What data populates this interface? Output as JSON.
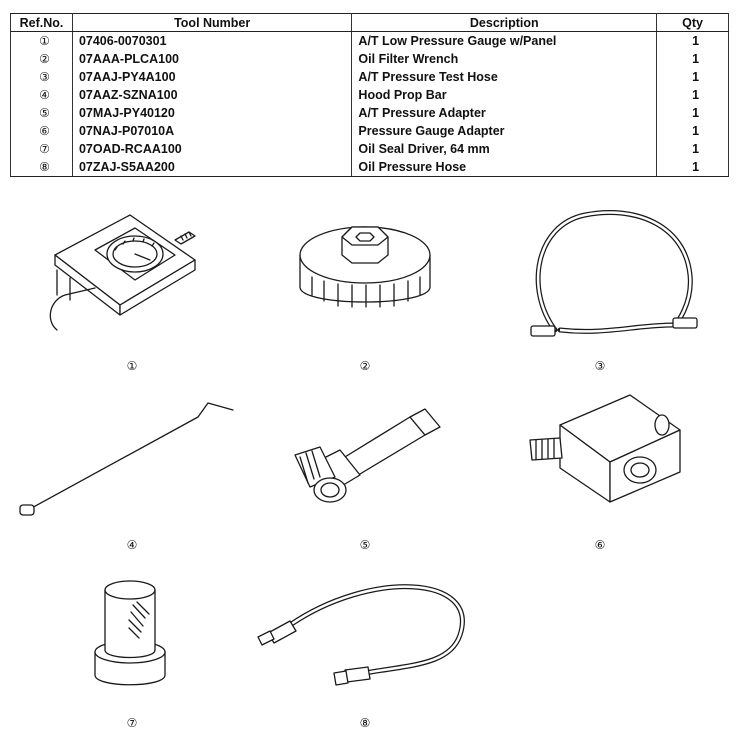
{
  "table": {
    "headers": {
      "ref": "Ref.No.",
      "tool": "Tool Number",
      "desc": "Description",
      "qty": "Qty"
    },
    "rows": [
      {
        "ref": "①",
        "tool": "07406-0070301",
        "desc": "A/T Low Pressure Gauge w/Panel",
        "qty": "1"
      },
      {
        "ref": "②",
        "tool": "07AAA-PLCA100",
        "desc": "Oil Filter Wrench",
        "qty": "1"
      },
      {
        "ref": "③",
        "tool": "07AAJ-PY4A100",
        "desc": "A/T Pressure Test Hose",
        "qty": "1"
      },
      {
        "ref": "④",
        "tool": "07AAZ-SZNA100",
        "desc": "Hood Prop Bar",
        "qty": "1"
      },
      {
        "ref": "⑤",
        "tool": "07MAJ-PY40120",
        "desc": "A/T Pressure Adapter",
        "qty": "1"
      },
      {
        "ref": "⑥",
        "tool": "07NAJ-P07010A",
        "desc": "Pressure Gauge Adapter",
        "qty": "1"
      },
      {
        "ref": "⑦",
        "tool": "07OAD-RCAA100",
        "desc": "Oil Seal Driver, 64 mm",
        "qty": "1"
      },
      {
        "ref": "⑧",
        "tool": "07ZAJ-S5AA200",
        "desc": "Oil Pressure Hose",
        "qty": "1"
      }
    ]
  },
  "figures": [
    {
      "label": "①",
      "icon": "pressure-gauge-panel-icon"
    },
    {
      "label": "②",
      "icon": "oil-filter-wrench-icon"
    },
    {
      "label": "③",
      "icon": "test-hose-icon"
    },
    {
      "label": "④",
      "icon": "hood-prop-bar-icon"
    },
    {
      "label": "⑤",
      "icon": "pressure-adapter-icon"
    },
    {
      "label": "⑥",
      "icon": "gauge-adapter-block-icon"
    },
    {
      "label": "⑦",
      "icon": "oil-seal-driver-icon"
    },
    {
      "label": "⑧",
      "icon": "oil-pressure-hose-icon"
    }
  ]
}
